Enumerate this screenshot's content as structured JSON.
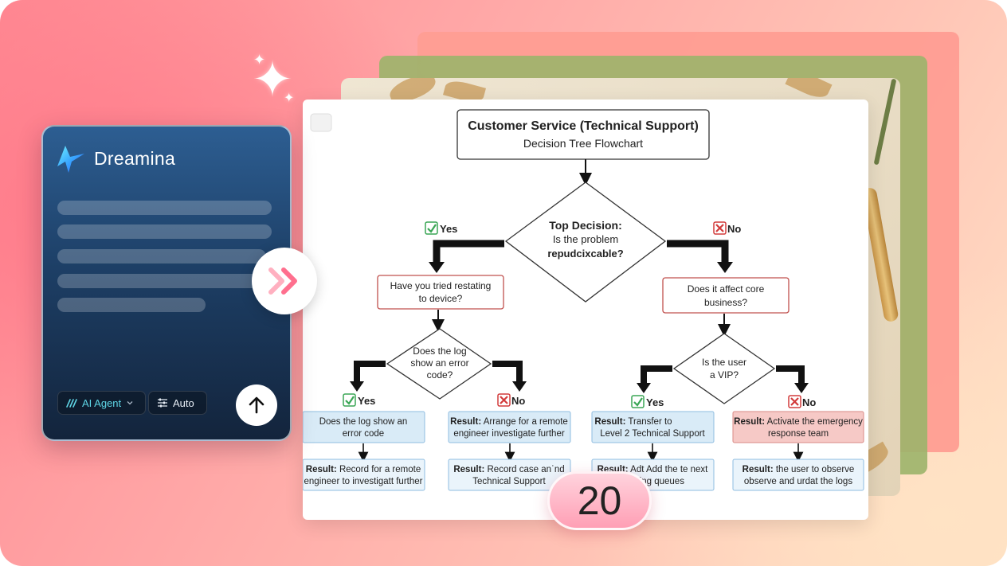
{
  "app": {
    "name": "Dreamina",
    "agent_label": "AI Agent",
    "mode_label": "Auto"
  },
  "counter": {
    "value": "20"
  },
  "flowchart": {
    "title": "Customer Service (Technical Support)",
    "subtitle": "Decision Tree Flowchart",
    "top_decision": [
      "Top Decision:",
      "Is the problem",
      "repudcixcable?"
    ],
    "yes": "Yes",
    "no": "No",
    "left_box": [
      "Have you tried restating",
      "to device?"
    ],
    "right_box": [
      "Does it affect core",
      "business?"
    ],
    "left_diamond": [
      "Does the log",
      "show an error",
      "code?"
    ],
    "right_diamond": [
      "Is the user",
      "a VIP?"
    ],
    "leaf1": [
      "Does the log show an",
      "error code"
    ],
    "leaf2_bold": "Result:",
    "leaf2": [
      " Arrange for a remote",
      "engineer investigate further"
    ],
    "leaf3": [
      " Transfer to",
      "Level 2 Technical Support"
    ],
    "leaf4": [
      " Activate the emergency",
      "response team"
    ],
    "bottom1": [
      " Record for a remote",
      "engineer to investigatt further"
    ],
    "bottom2": [
      " Record case anˈnd",
      "Technical Support"
    ],
    "bottom3": [
      " Adt Add  the te next",
      "cessing queues"
    ],
    "bottom4": [
      " the user to observe",
      "observe and urdat the logs"
    ]
  },
  "colors": {
    "accent_cyan": "#5fd6e6",
    "chevron_pink": "#ff6f8e",
    "box_red_border": "#c0504d",
    "box_blue_fill": "#d9ebf7",
    "box_blue_border": "#8fbde0",
    "box_red_fill": "#f6c9c6",
    "check_green": "#3aa655",
    "cross_red": "#d23b3b"
  },
  "icons": [
    "dreamina-logo-icon",
    "sparkle-icon",
    "agent-icon",
    "chevron-down-icon",
    "sliders-icon",
    "arrow-up-icon",
    "double-chevron-right-icon",
    "check-icon",
    "x-icon"
  ]
}
